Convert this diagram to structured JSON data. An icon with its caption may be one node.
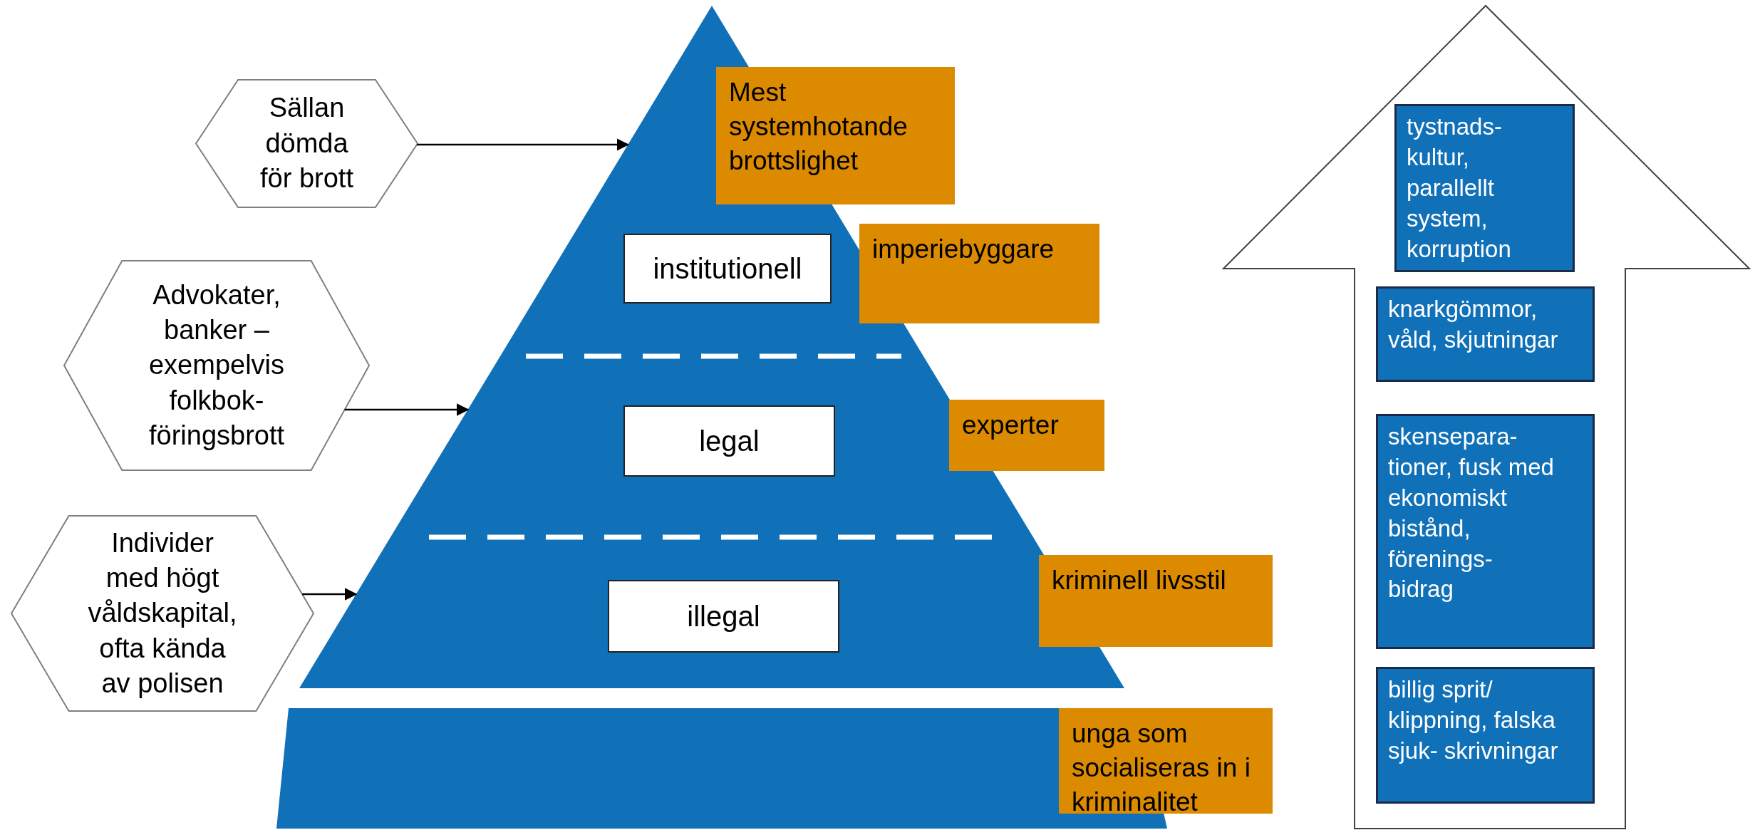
{
  "diagram": {
    "nodes": [
      {
        "text": [
          "Sällan dömda för brott"
        ]
      },
      {
        "text": [],
        "shape": "triangle"
      },
      {
        "text": [
          "Mest systemhotande brottslighet"
        ]
      },
      {
        "text": [
          "institutionell"
        ],
        "in": 1
      },
      {
        "text": [
          "imperiebyggare"
        ]
      },
      {
        "text": [
          "Advokater, banker – exempelvis folkbok- föringsbrott"
        ]
      },
      {
        "text": [],
        "shape": "band"
      },
      {
        "text": [
          "legal"
        ],
        "in": 6
      },
      {
        "text": [
          "experter"
        ]
      },
      {
        "text": [
          "Individer med högt våldskapital, ofta kända av polisen"
        ]
      },
      {
        "text": [],
        "shape": "band"
      },
      {
        "text": [
          "illegal"
        ],
        "in": 10
      },
      {
        "text": [
          "kriminell livsstil"
        ]
      },
      {
        "text": [],
        "shape": "band"
      },
      {
        "text": [
          "unga som socialiseras in i kriminalitet"
        ]
      },
      {
        "text": [],
        "shape": "arrow"
      },
      {
        "text": [
          "tystnads- kultur, parallellt system, korruption"
        ],
        "in": 15
      },
      {
        "text": [
          "knarkgömmor, våld, skjutningar"
        ],
        "in": 15
      },
      {
        "text": [
          "skensepara- tioner, fusk med ekonomiskt bistånd, förenings- bidrag"
        ],
        "in": 15
      },
      {
        "text": [
          "billig sprit/ klippning, falska sjuk- skrivningar"
        ],
        "in": 15
      }
    ],
    "edges": [
      {
        "from": 0,
        "to": 1,
        "arrow": "to"
      },
      {
        "from": 5,
        "to": 6,
        "arrow": "to"
      },
      {
        "from": 9,
        "to": 10,
        "arrow": "to"
      }
    ]
  }
}
